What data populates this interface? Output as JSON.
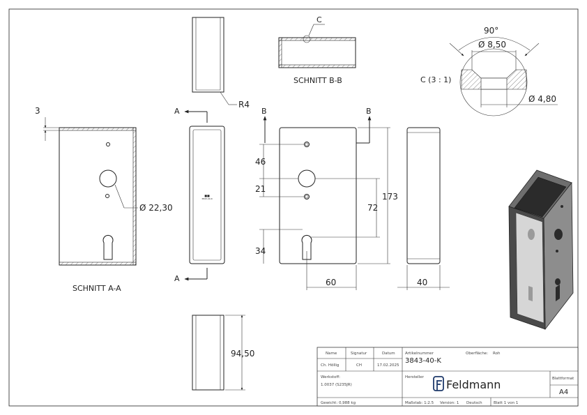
{
  "drawing": {
    "section_aa": "SCHNITT A-A",
    "section_bb": "SCHNITT B-B",
    "detail_c": "C (3 : 1)",
    "detail_marker": "C",
    "cut_a": "A",
    "cut_b": "B",
    "radius": "R4",
    "dims": {
      "wall": "3",
      "hole_dia": "Ø 22,30",
      "d46": "46",
      "d21": "21",
      "d72": "72",
      "d173": "173",
      "d34": "34",
      "d60": "60",
      "d40": "40",
      "d9450": "94,50",
      "angle": "90°",
      "d850": "Ø 8,50",
      "d480": "Ø 4,80"
    },
    "engraving": "3843-40-K"
  },
  "title_block": {
    "name_label": "Name",
    "signatur_label": "Signatur",
    "datum_label": "Datum",
    "name_value": "Ch. Höllig",
    "signatur_value": "CH",
    "datum_value": "17.02.2025",
    "artikel_label": "Artikelnummer",
    "artikel_value": "3843-40-K",
    "oberflaeche_label": "Oberfläche:",
    "oberflaeche_value": "Roh",
    "werkstoff_label": "Werkstoff:",
    "werkstoff_value": "1.0037 (S235JR)",
    "hersteller_label": "Hersteller",
    "brand": "Feldmann",
    "blattformat_label": "Blattformat",
    "blattformat_value": "A4",
    "gewicht": "Gewicht: 0,988 kg",
    "massstab": "Maßstab: 1:2.5",
    "version": "Version: 1",
    "sprache": "Deutsch",
    "blatt": "Blatt 1 von 1"
  }
}
